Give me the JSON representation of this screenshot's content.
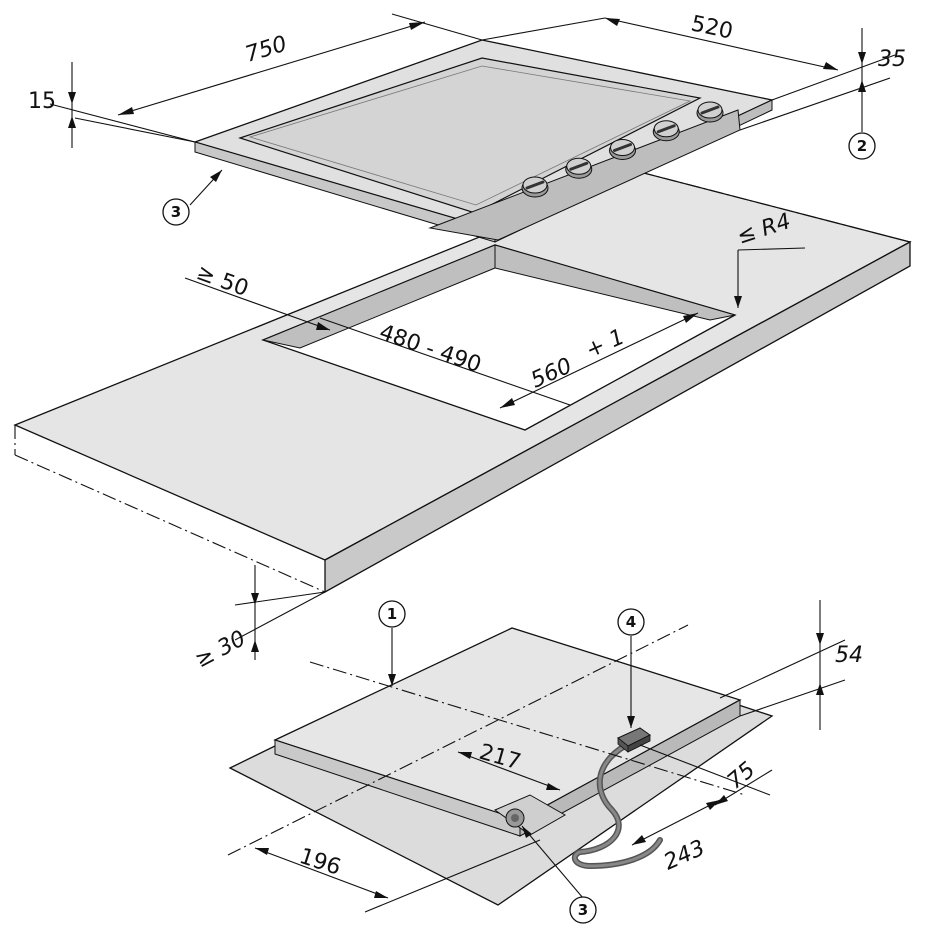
{
  "colors": {
    "panel_fill": "#e5e5e5",
    "panel_dark": "#c9c9c9",
    "cutout_wall": "#bfbfbf",
    "stroke": "#111111",
    "cable": "#666666"
  },
  "hob": {
    "dim_width": "750",
    "dim_depth": "520",
    "dim_rim": "15",
    "dim_height": "35",
    "knob_count": 5
  },
  "worktop": {
    "dim_min_edge": "≥ 50",
    "dim_cutout_width": "480 - 490",
    "dim_cutout_length": "560",
    "dim_cutout_tolerance": "+ 1",
    "dim_radius": "≤ R4",
    "dim_min_thickness": "≥ 30"
  },
  "underside": {
    "dim_depth": "54",
    "dim_217": "217",
    "dim_196": "196",
    "dim_75": "75",
    "dim_243": "243"
  },
  "callouts": {
    "c1": "1",
    "c2": "2",
    "c3_top": "3",
    "c3_bottom": "3",
    "c4": "4"
  }
}
